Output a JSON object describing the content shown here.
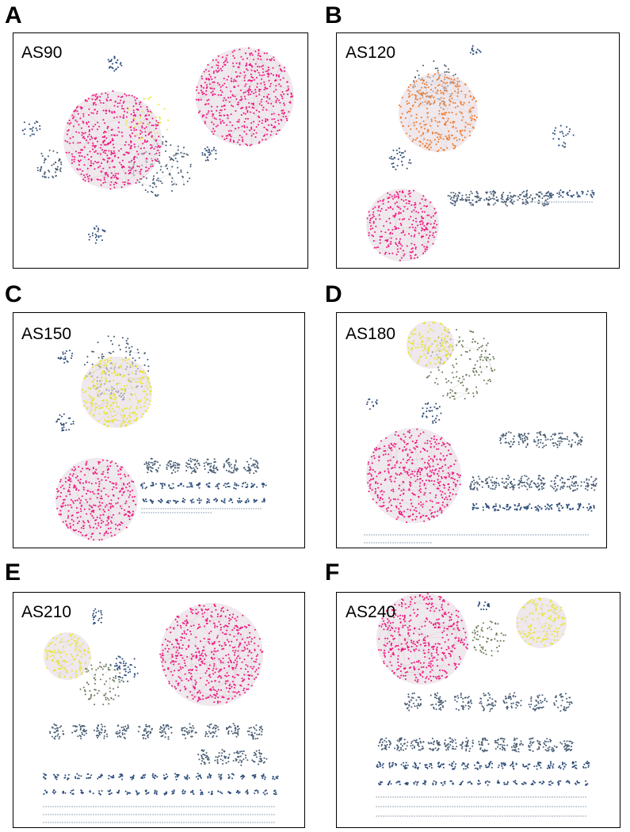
{
  "panels": [
    {
      "letter": "A",
      "label": "AS90"
    },
    {
      "letter": "B",
      "label": "AS120"
    },
    {
      "letter": "C",
      "label": "AS150"
    },
    {
      "letter": "D",
      "label": "AS180"
    },
    {
      "letter": "E",
      "label": "AS210"
    },
    {
      "letter": "F",
      "label": "AS240"
    }
  ],
  "colors": {
    "pink": "#f0157f",
    "orange": "#f27a2a",
    "yellow": "#e8e62a",
    "navy": "#2f4e7c",
    "olive": "#6c7a5a",
    "edge": "#c9c9c9"
  }
}
